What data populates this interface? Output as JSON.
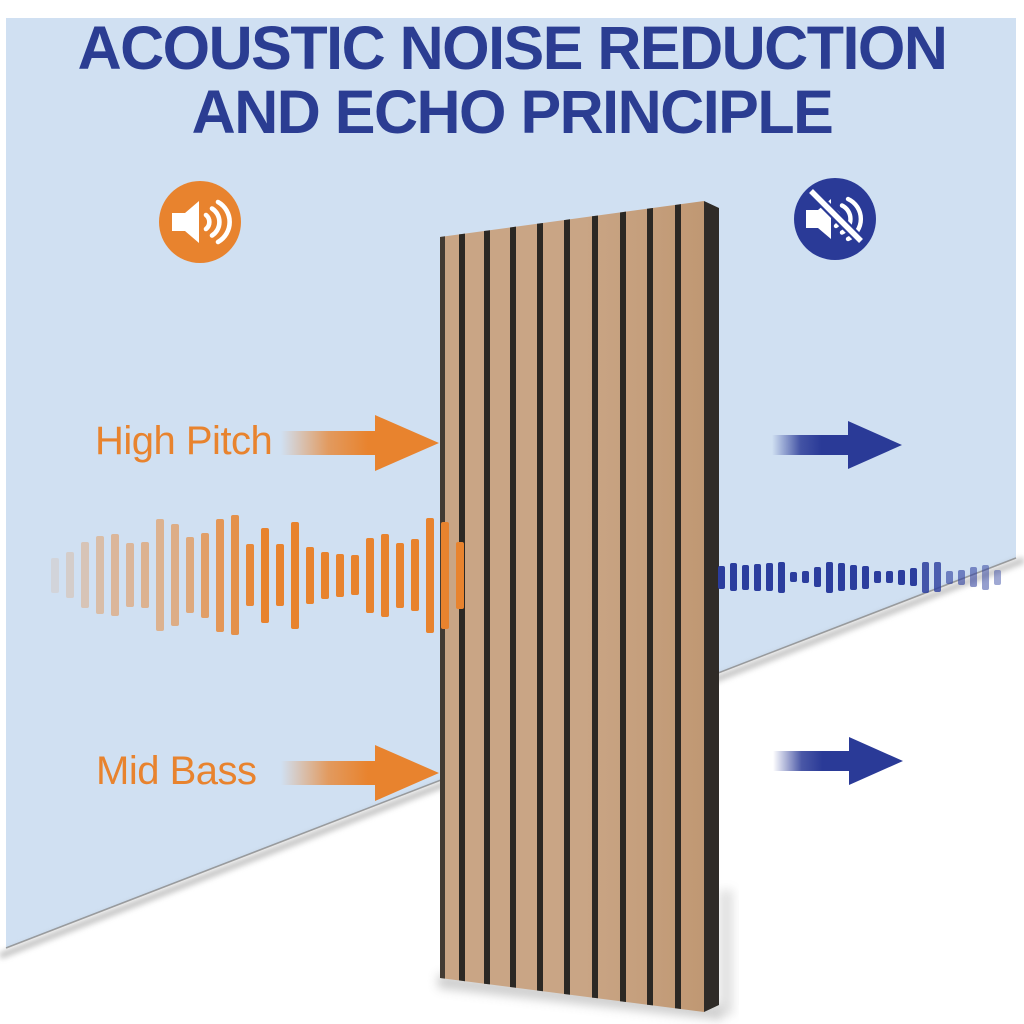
{
  "title": {
    "line1": "ACOUSTIC NOISE REDUCTION",
    "line2": "AND ECHO PRINCIPLE"
  },
  "labels": {
    "incoming_top": "High Pitch",
    "incoming_bottom": "Mid Bass"
  },
  "icons": {
    "left": "speaker-sound-on-icon",
    "right": "speaker-muted-icon"
  },
  "colors": {
    "background_sky": "#d0e0f2",
    "title_blue": "#2b3d92",
    "accent_orange": "#e8832e",
    "accent_blue": "#2a3a97",
    "panel_wood": "#c9a585",
    "panel_wood_dark": "#c09873",
    "panel_groove": "#2b2824",
    "panel_side": "#2f2b27",
    "shadow_gray": "#8d8d8d",
    "white": "#ffffff"
  },
  "waveforms": {
    "incoming": {
      "color": "#e8832e",
      "bars": [
        {
          "h": 35,
          "o": 0.12
        },
        {
          "h": 46,
          "o": 0.2
        },
        {
          "h": 66,
          "o": 0.3
        },
        {
          "h": 78,
          "o": 0.38
        },
        {
          "h": 82,
          "o": 0.45
        },
        {
          "h": 64,
          "o": 0.45
        },
        {
          "h": 66,
          "o": 0.5
        },
        {
          "h": 112,
          "o": 0.5
        },
        {
          "h": 102,
          "o": 0.55
        },
        {
          "h": 76,
          "o": 0.6
        },
        {
          "h": 85,
          "o": 0.7
        },
        {
          "h": 113,
          "o": 0.8
        },
        {
          "h": 120,
          "o": 0.85
        },
        {
          "h": 62,
          "o": 0.95
        },
        {
          "h": 95,
          "o": 1
        },
        {
          "h": 62,
          "o": 1
        },
        {
          "h": 107,
          "o": 1
        },
        {
          "h": 57,
          "o": 1
        },
        {
          "h": 47,
          "o": 1
        },
        {
          "h": 43,
          "o": 1
        },
        {
          "h": 40,
          "o": 1
        },
        {
          "h": 75,
          "o": 1
        },
        {
          "h": 83,
          "o": 1
        },
        {
          "h": 65,
          "o": 1
        },
        {
          "h": 72,
          "o": 1
        },
        {
          "h": 115,
          "o": 1
        },
        {
          "h": 107,
          "o": 1
        },
        {
          "h": 67,
          "o": 1
        }
      ]
    },
    "transmitted": {
      "color": "#2b3d9e",
      "bars": [
        {
          "h": 23,
          "o": 1
        },
        {
          "h": 28,
          "o": 1
        },
        {
          "h": 25,
          "o": 1
        },
        {
          "h": 27,
          "o": 1
        },
        {
          "h": 28,
          "o": 1
        },
        {
          "h": 31,
          "o": 1
        },
        {
          "h": 10,
          "o": 1
        },
        {
          "h": 12,
          "o": 1
        },
        {
          "h": 20,
          "o": 1
        },
        {
          "h": 31,
          "o": 1
        },
        {
          "h": 28,
          "o": 1
        },
        {
          "h": 25,
          "o": 1
        },
        {
          "h": 23,
          "o": 1
        },
        {
          "h": 12,
          "o": 1
        },
        {
          "h": 12,
          "o": 1
        },
        {
          "h": 15,
          "o": 1
        },
        {
          "h": 18,
          "o": 1
        },
        {
          "h": 31,
          "o": 0.85
        },
        {
          "h": 30,
          "o": 0.8
        },
        {
          "h": 13,
          "o": 0.6
        },
        {
          "h": 15,
          "o": 0.6
        },
        {
          "h": 20,
          "o": 0.55
        },
        {
          "h": 25,
          "o": 0.5
        },
        {
          "h": 15,
          "o": 0.45
        }
      ]
    }
  }
}
